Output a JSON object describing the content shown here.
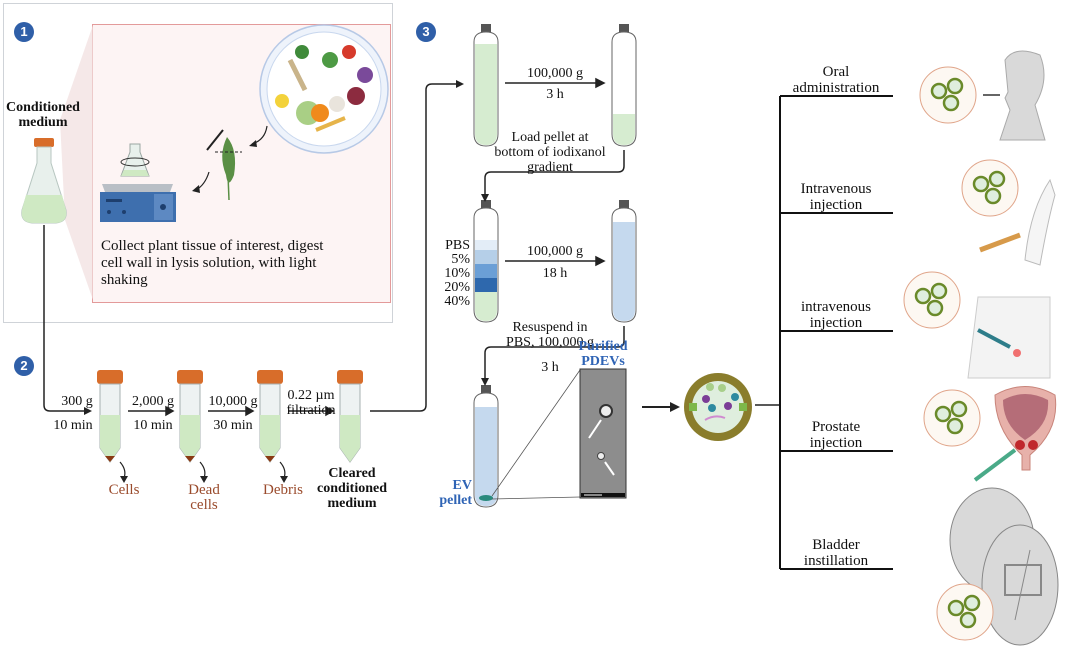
{
  "steps": {
    "step1": {
      "badge": "1",
      "conditioned_medium": [
        "Conditioned",
        "medium"
      ],
      "description": [
        "Collect plant tissue of interest, digest",
        "cell wall in lysis solution, with light",
        "shaking"
      ]
    },
    "step2": {
      "badge": "2",
      "spins": [
        {
          "force": "300 g",
          "time": "10 min",
          "waste": [
            "Cells"
          ]
        },
        {
          "force": "2,000 g",
          "time": "10 min",
          "waste": [
            "Dead",
            "cells"
          ]
        },
        {
          "force": "10,000 g",
          "time": "30 min",
          "waste": [
            "Debris"
          ]
        }
      ],
      "filtration": [
        "0.22 µm",
        "filtration"
      ],
      "result": [
        "Cleared",
        "conditioned",
        "medium"
      ]
    },
    "step3": {
      "badge": "3",
      "spin1": {
        "force": "100,000 g",
        "time": "3 h"
      },
      "load_note": [
        "Load pellet at",
        "bottom of iodixanol",
        "gradient"
      ],
      "gradient_layers": [
        "PBS",
        "5%",
        "10%",
        "20%",
        "40%"
      ],
      "spin2": {
        "force": "100,000 g",
        "time": "18 h"
      },
      "resuspend_note": [
        "Resuspend in",
        "PBS, 100,000 g"
      ],
      "spin3_time": "3 h",
      "ev_pellet": [
        "EV",
        "pellet"
      ],
      "purified": [
        "Purified",
        "PDEVs"
      ]
    }
  },
  "routes": [
    {
      "label": [
        "Oral",
        "administration"
      ],
      "icon": "mouth-head-icon"
    },
    {
      "label": [
        "Intravenous",
        "injection"
      ],
      "icon": "arm-injection-icon"
    },
    {
      "label": [
        "intravenous",
        "injection"
      ],
      "icon": "abdomen-injection-icon"
    },
    {
      "label": [
        "Prostate",
        "injection"
      ],
      "icon": "prostate-injection-icon"
    },
    {
      "label": [
        "Bladder",
        "instillation"
      ],
      "icon": "image-placeholder-icon"
    }
  ],
  "colors": {
    "badge": "#2f5fa8",
    "accent_blue": "#2f64b5",
    "waste_brown": "#9a4b2c",
    "panel_border": "#cfd3d8",
    "step1_border": "#e39a9a",
    "step1_fill": "#fdf4f4",
    "routes_border": "#8fb0db",
    "routes_fill": "#e9f1fb",
    "medium_green": "#cfe9c3",
    "cap_orange": "#d86d2a"
  }
}
